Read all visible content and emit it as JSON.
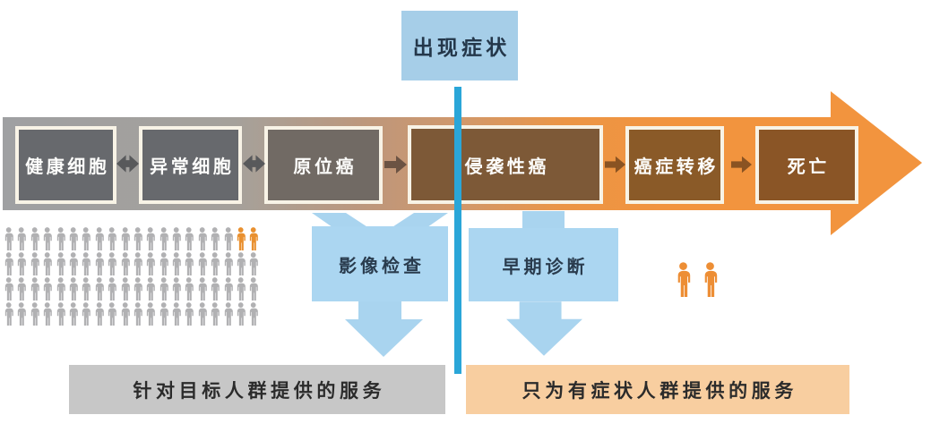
{
  "title_box": {
    "label": "出现症状",
    "fill": "#a6cee8"
  },
  "stages": [
    {
      "label": "健康细胞",
      "fill": "#67696d"
    },
    {
      "label": "异常细胞",
      "fill": "#67696d"
    },
    {
      "label": "原位癌",
      "fill": "#716a64"
    },
    {
      "label": "侵袭性癌",
      "fill": "#7d5937"
    },
    {
      "label": "癌症转移",
      "fill": "#8a5a28"
    },
    {
      "label": "死亡",
      "fill": "#8a5526"
    }
  ],
  "connectors": [
    {
      "type": "double",
      "color": "#58595b"
    },
    {
      "type": "double",
      "color": "#58595b"
    },
    {
      "type": "single",
      "color": "#6b5343"
    },
    {
      "type": "single",
      "color": "#8a5322"
    },
    {
      "type": "single",
      "color": "#8a5322"
    }
  ],
  "interventions": [
    {
      "label": "影像检查",
      "fill": "#abd6f1"
    },
    {
      "label": "早期诊断",
      "fill": "#abd6f1"
    }
  ],
  "services": [
    {
      "label": "针对目标人群提供的服务",
      "fill": "#c7c7c7"
    },
    {
      "label": "只为有症状人群提供的服务",
      "fill": "#f8cea0"
    }
  ],
  "crowd": {
    "rows": 4,
    "cols": 20,
    "highlighted_in_first_row": 2,
    "gray_color": "#b1b1b3",
    "orange_color": "#e9902f"
  },
  "survivors": {
    "count": 2,
    "color": "#ed8e35"
  },
  "colors": {
    "timeline_line": "#2aa6d8",
    "band_gray": "#9fa0a2",
    "band_orange": "#f2943e",
    "light_blue": "#a9d4ef"
  }
}
